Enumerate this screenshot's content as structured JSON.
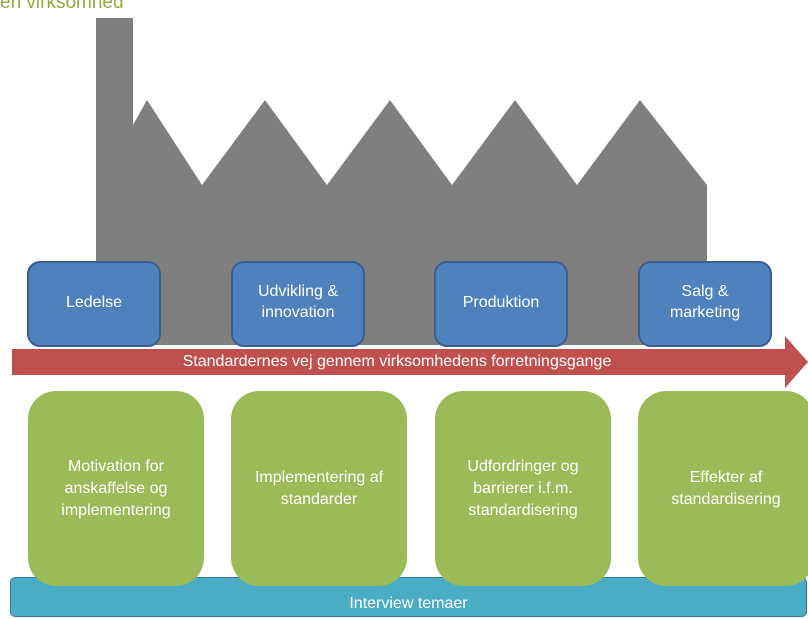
{
  "title": "en virksomhed",
  "departments": [
    {
      "label": "Ledelse"
    },
    {
      "label": "Udvikling & innovation"
    },
    {
      "label": "Produktion"
    },
    {
      "label": "Salg & marketing"
    }
  ],
  "arrow": {
    "label": "Standardernes vej gennem virksomhedens forretningsgange"
  },
  "themes": [
    {
      "label": "Motivation for anskaffelse og implementering"
    },
    {
      "label": "Implementering af standarder"
    },
    {
      "label": "Udfordringer og barrierer i.f.m. standardisering"
    },
    {
      "label": "Effekter af standardisering"
    }
  ],
  "base": {
    "label": "Interview temaer"
  },
  "colors": {
    "factory": "#7f7f7f",
    "department": "#4f81bd",
    "arrow": "#c0504d",
    "theme": "#9bbb59",
    "base": "#4bacc6",
    "title": "#8fae3c"
  }
}
